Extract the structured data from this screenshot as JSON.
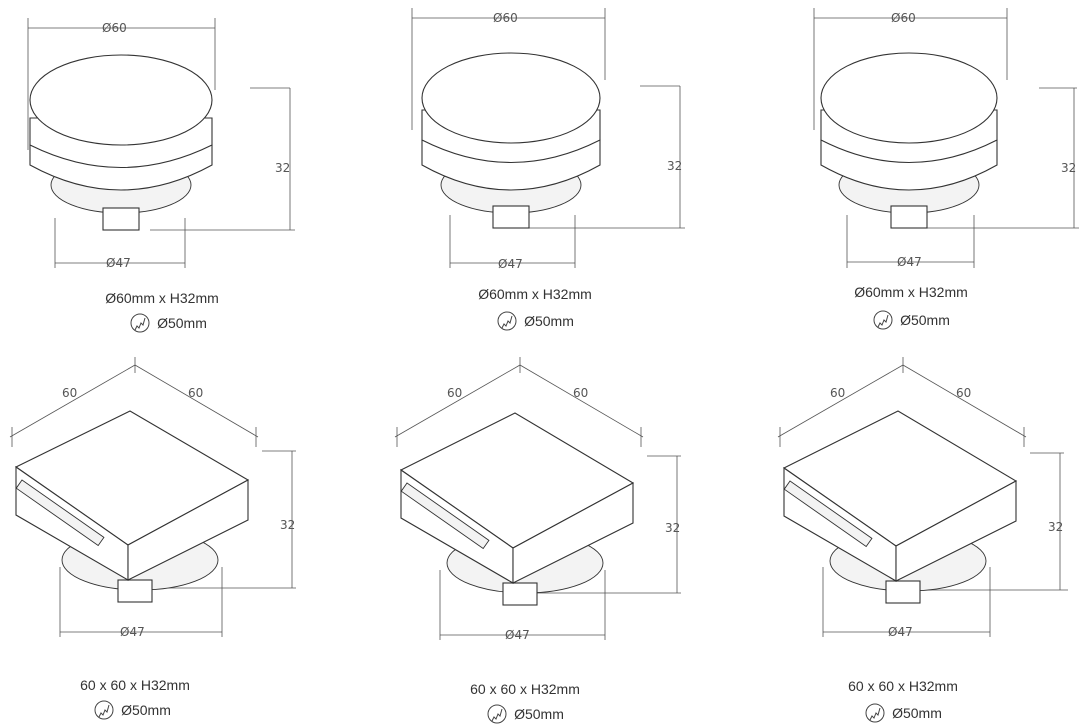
{
  "round_products": [
    {
      "dim_top": "Ø60",
      "dim_bottom": "Ø47",
      "dim_height": "32",
      "caption": "Ø60mm x H32mm",
      "cutout": "Ø50mm"
    },
    {
      "dim_top": "Ø60",
      "dim_bottom": "Ø47",
      "dim_height": "32",
      "caption": "Ø60mm x H32mm",
      "cutout": "Ø50mm"
    },
    {
      "dim_top": "Ø60",
      "dim_bottom": "Ø47",
      "dim_height": "32",
      "caption": "Ø60mm x H32mm",
      "cutout": "Ø50mm"
    }
  ],
  "square_products": [
    {
      "dim_left": "60",
      "dim_right": "60",
      "dim_bottom": "Ø47",
      "dim_height": "32",
      "caption": "60 x 60 x H32mm",
      "cutout": "Ø50mm"
    },
    {
      "dim_left": "60",
      "dim_right": "60",
      "dim_bottom": "Ø47",
      "dim_height": "32",
      "caption": "60 x 60 x H32mm",
      "cutout": "Ø50mm"
    },
    {
      "dim_left": "60",
      "dim_right": "60",
      "dim_bottom": "Ø47",
      "dim_height": "32",
      "caption": "60 x 60 x H32mm",
      "cutout": "Ø50mm"
    }
  ],
  "icons": {
    "cutout": "hole-saw-icon"
  }
}
